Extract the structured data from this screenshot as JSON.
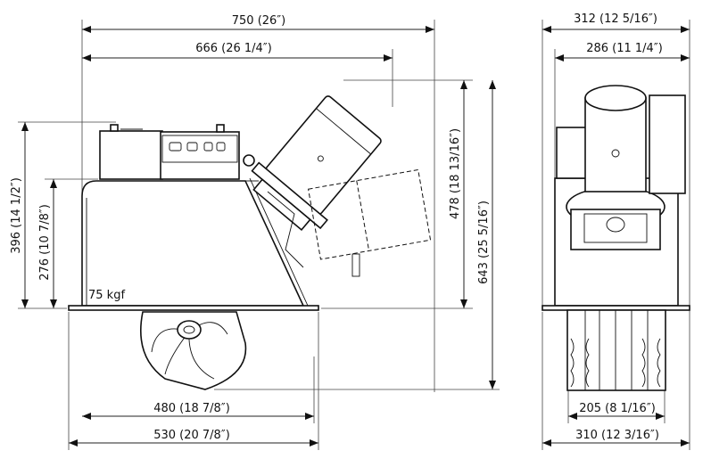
{
  "side_view": {
    "thrust_label": "75  kgf",
    "dimensions": {
      "overall_length": "750 (26″)",
      "motor_length": "666 (26 1/4″)",
      "height_control_box": "396 (14 1/2″)",
      "height_housing": "276 (10 7/8″)",
      "height_motor": "478 (18 13/16″)",
      "overall_height": "643 (25 5/16″)",
      "tunnel_length": "480 (18 7/8″)",
      "flange_length": "530 (20 7/8″)"
    }
  },
  "front_view": {
    "dimensions": {
      "overall_width": "312 (12 5/16″)",
      "motor_width": "286 (11 1/4″)",
      "propeller_width": "205 (8 1/16″)",
      "flange_width": "310 (12 3/16″)"
    }
  }
}
